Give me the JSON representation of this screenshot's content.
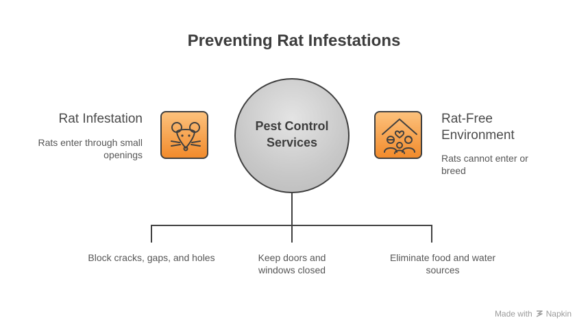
{
  "title": "Preventing Rat Infestations",
  "hub": {
    "label": "Pest Control Services"
  },
  "left": {
    "title": "Rat Infestation",
    "description": "Rats enter through small openings",
    "icon": "rat-icon"
  },
  "right": {
    "title_line1": "Rat-Free",
    "title_line2": "Environment",
    "description": "Rats cannot enter or breed",
    "icon": "family-home-icon"
  },
  "actions": [
    {
      "label": "Block cracks, gaps, and holes"
    },
    {
      "label": "Keep doors and windows closed"
    },
    {
      "label": "Eliminate food and water sources"
    }
  ],
  "footer": {
    "made_with": "Made with",
    "brand": "Napkin"
  },
  "colors": {
    "accent_orange": "#f5a04a",
    "hub_gray": "#c8c8c8",
    "stroke": "#3f3f3f"
  }
}
